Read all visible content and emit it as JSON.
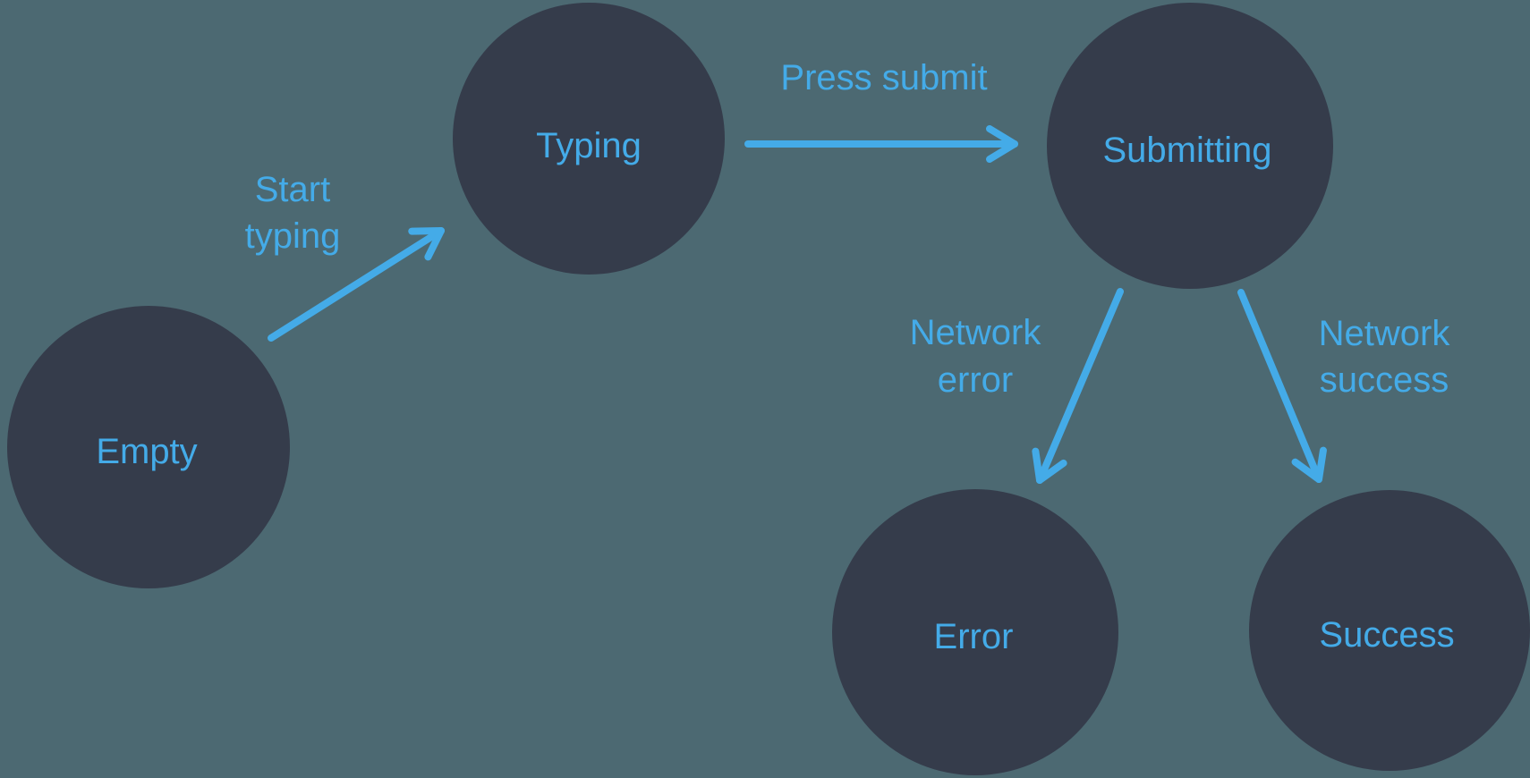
{
  "colors": {
    "background": "#4C6972",
    "node": "#353C4B",
    "accent": "#44ABE8"
  },
  "diagram_type": "state-machine",
  "nodes": [
    {
      "id": "empty",
      "label": "Empty"
    },
    {
      "id": "typing",
      "label": "Typing"
    },
    {
      "id": "submitting",
      "label": "Submitting"
    },
    {
      "id": "error",
      "label": "Error"
    },
    {
      "id": "success",
      "label": "Success"
    }
  ],
  "edges": [
    {
      "id": "start-typing",
      "from": "Empty",
      "to": "Typing",
      "lines": [
        "Start",
        "typing"
      ]
    },
    {
      "id": "press-submit",
      "from": "Typing",
      "to": "Submitting",
      "lines": [
        "Press submit"
      ]
    },
    {
      "id": "network-error",
      "from": "Submitting",
      "to": "Error",
      "lines": [
        "Network",
        "error"
      ]
    },
    {
      "id": "network-success",
      "from": "Submitting",
      "to": "Success",
      "lines": [
        "Network",
        "success"
      ]
    }
  ]
}
